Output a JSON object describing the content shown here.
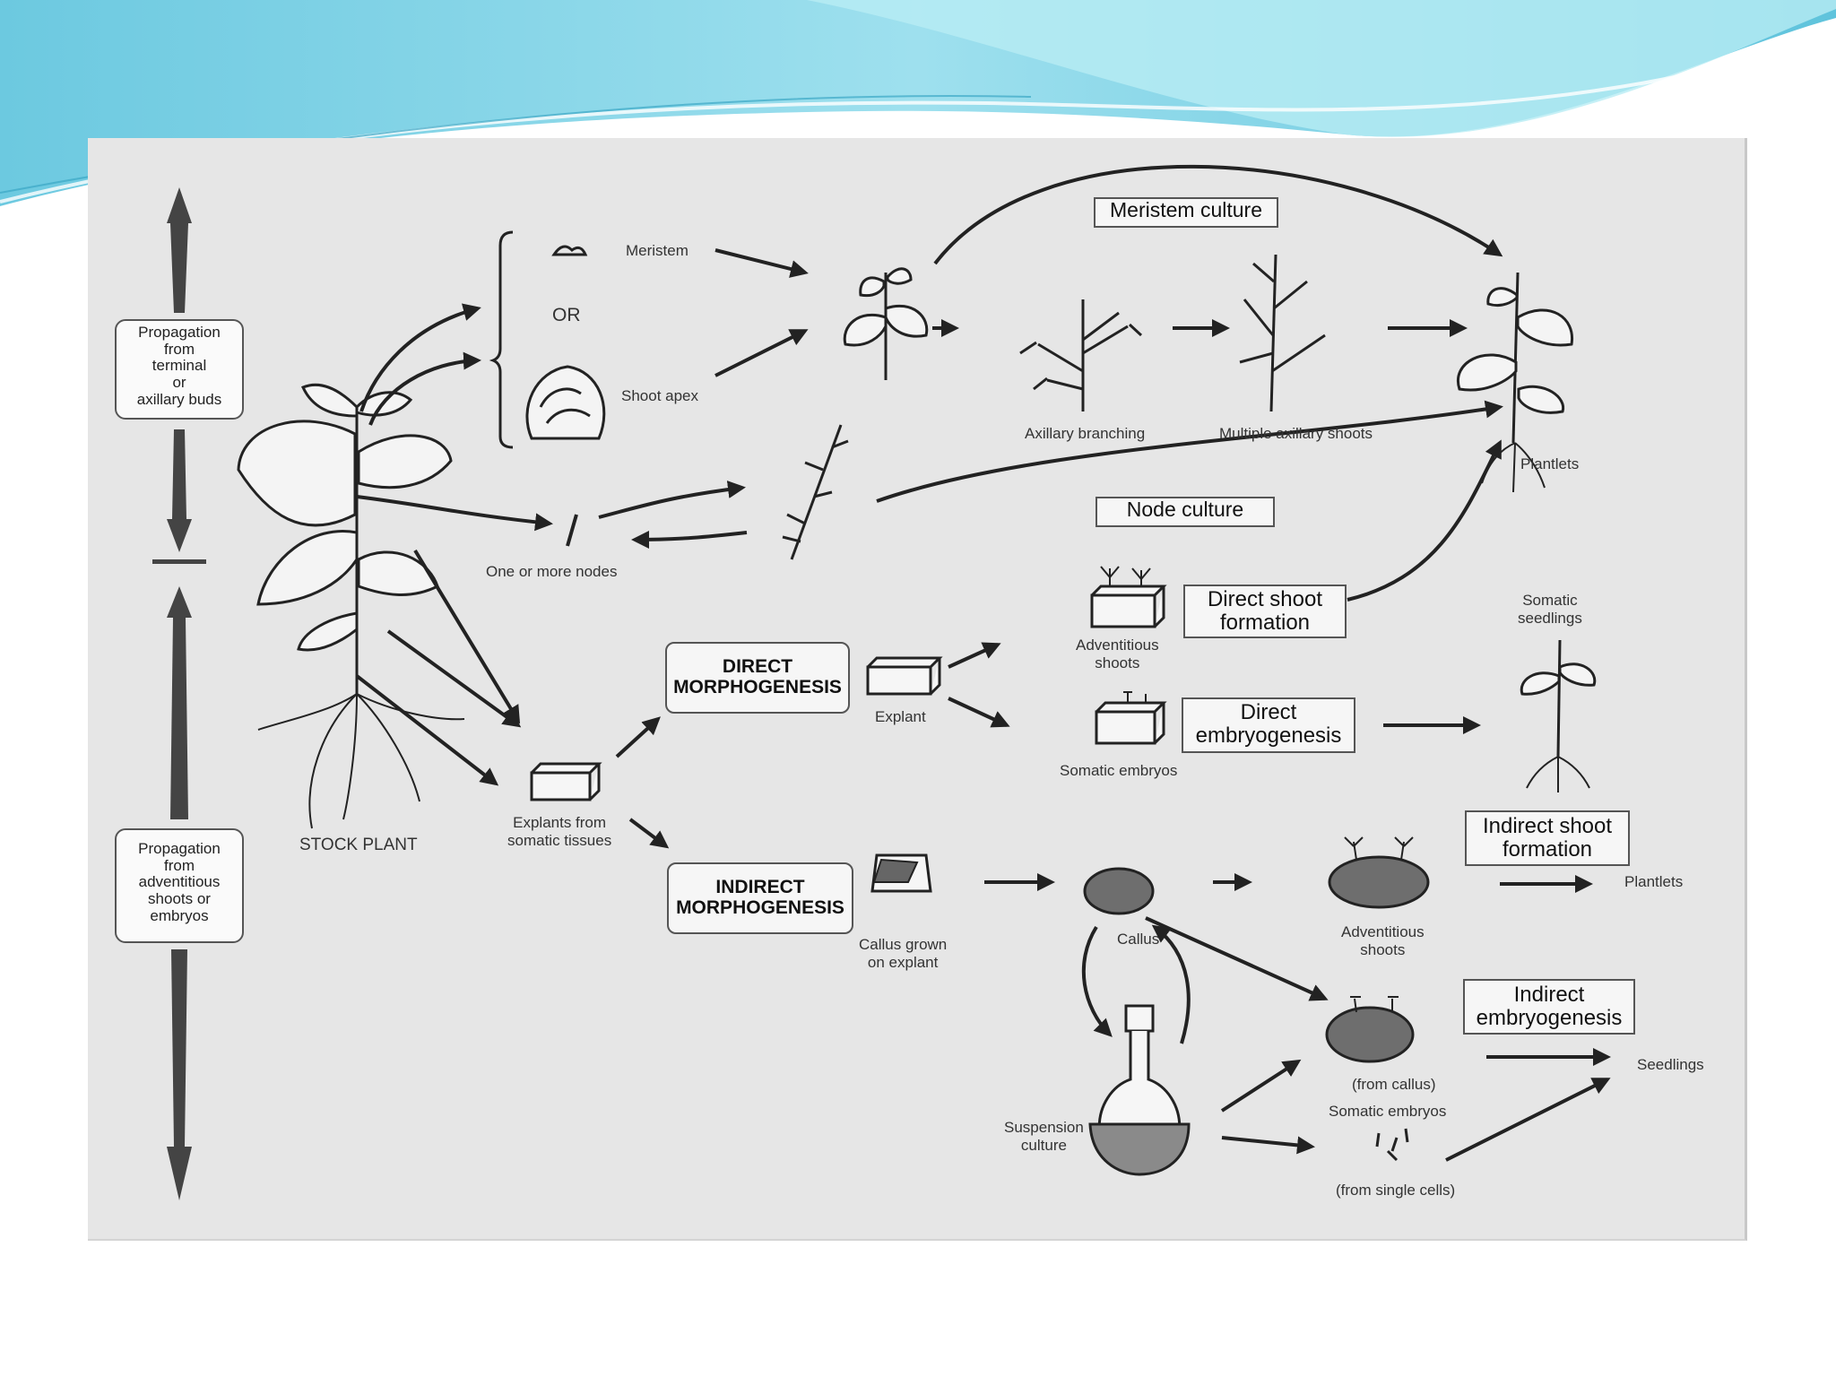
{
  "theme": {
    "banner_color": "#7fd3e6",
    "panel_color": "#e6e6e6",
    "ink": "#222222"
  },
  "side_labels": {
    "top": [
      "Propagation",
      "from",
      "terminal",
      "or",
      "axillary buds"
    ],
    "bottom": [
      "Propagation",
      "from",
      "adventitious",
      "shoots or",
      "embryos"
    ]
  },
  "nodes": {
    "meristem": "Meristem",
    "or": "OR",
    "shoot_apex": "Shoot apex",
    "axillary_branching": "Axillary branching",
    "multiple_axillary_shoots": "Multiple axillary shoots",
    "plantlets_top": "Plantlets",
    "one_or_more_nodes": "One or more nodes",
    "stock_plant": "STOCK PLANT",
    "explants_from_somatic_tissues": [
      "Explants from",
      "somatic tissues"
    ],
    "explant": "Explant",
    "adventitious_shoots_direct": [
      "Adventitious",
      "shoots"
    ],
    "somatic_embryos_direct": "Somatic embryos",
    "somatic_seedlings": [
      "Somatic",
      "seedlings"
    ],
    "callus_grown_on_explant": [
      "Callus grown",
      "on explant"
    ],
    "callus": "Callus",
    "adventitious_shoots_indirect": [
      "Adventitious",
      "shoots"
    ],
    "plantlets_bottom": "Plantlets",
    "from_callus": "(from callus)",
    "somatic_embryos_indirect": "Somatic embryos",
    "from_single_cells": "(from single cells)",
    "suspension_culture": [
      "Suspension",
      "culture"
    ],
    "seedlings": "Seedlings"
  },
  "process_boxes": {
    "meristem_culture": "Meristem culture",
    "node_culture": "Node culture",
    "direct_shoot_formation": [
      "Direct shoot",
      "formation"
    ],
    "direct_embryogenesis": [
      "Direct",
      "embryogenesis"
    ],
    "indirect_shoot_formation": [
      "Indirect shoot",
      "formation"
    ],
    "indirect_embryogenesis": [
      "Indirect",
      "embryogenesis"
    ],
    "direct_morphogenesis": [
      "DIRECT",
      "MORPHOGENESIS"
    ],
    "indirect_morphogenesis": [
      "INDIRECT",
      "MORPHOGENESIS"
    ]
  }
}
